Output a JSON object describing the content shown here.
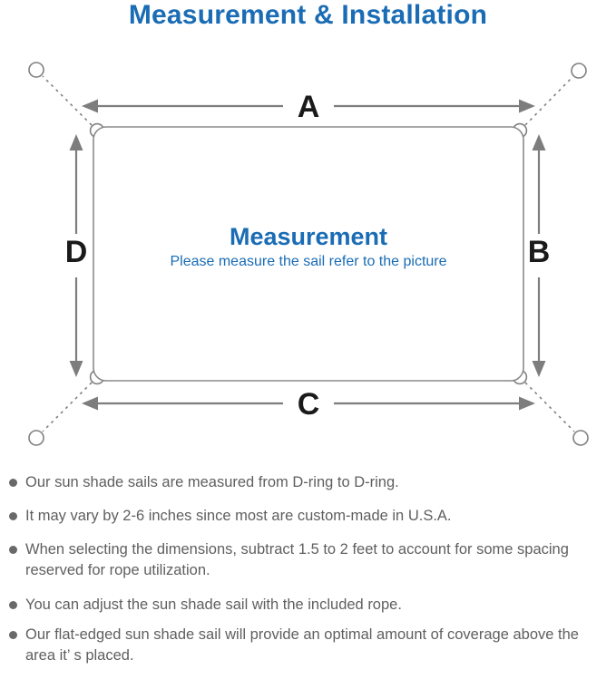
{
  "header": {
    "title": "Measurement & Installation"
  },
  "diagram": {
    "labels": {
      "top": "A",
      "right": "B",
      "bottom": "C",
      "left": "D"
    },
    "center_title": "Measurement",
    "center_subtitle": "Please measure the sail refer to the picture"
  },
  "bullets": [
    "Our sun shade sails are measured from D-ring to D-ring.",
    "It may vary by 2-6 inches since most are custom-made in U.S.A.",
    "When selecting the dimensions, subtract 1.5 to 2 feet to account for some spacing reserved for rope utilization.",
    "You can adjust the sun shade sail with the included rope.",
    "Our flat-edged sun shade sail will provide an optimal amount of coverage above the area it’ s placed."
  ],
  "colors": {
    "accent_blue": "#1a6cb5",
    "line_gray": "#8a8a8a",
    "arrow_gray": "#7d7d7d",
    "body_text_gray": "#5f5f5f",
    "label_black": "#1a1a1a"
  }
}
